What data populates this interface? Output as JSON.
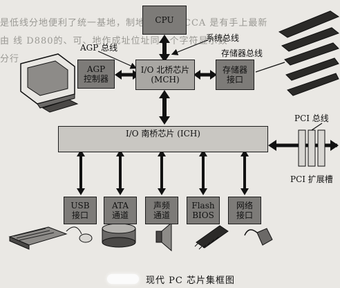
{
  "background_text": [
    "是低线分地便利了统一基地，制地成实验、CCA 是有手上最新",
    "由 线 D880的、可、地作成址位址同、个字符显示数",
    "分行"
  ],
  "cpu": {
    "label": "CPU"
  },
  "agp_bus": {
    "label": "AGP 总线"
  },
  "system_bus": {
    "label": "系统总线"
  },
  "memory_bus": {
    "label": "存储器总线"
  },
  "agp_controller": {
    "line1": "AGP",
    "line2": "控制器"
  },
  "north_bridge": {
    "line1": "I/O 北桥芯片",
    "line2": "(MCH)"
  },
  "memory_interface": {
    "line1": "存储器",
    "line2": "接口"
  },
  "south_bridge": {
    "label": "I/O 南桥芯片 (ICH)"
  },
  "pci_bus": {
    "label": "PCI 总线"
  },
  "pci_slot": {
    "label": "PCI 扩展槽"
  },
  "bottom_boxes": [
    {
      "line1": "USB",
      "line2": "接口"
    },
    {
      "line1": "ATA",
      "line2": "通道"
    },
    {
      "line1": "声频",
      "line2": "通道"
    },
    {
      "line1": "Flash",
      "line2": "BIOS"
    },
    {
      "line1": "网络",
      "line2": "接口"
    }
  ],
  "caption": "现代 PC 芯片集框图"
}
